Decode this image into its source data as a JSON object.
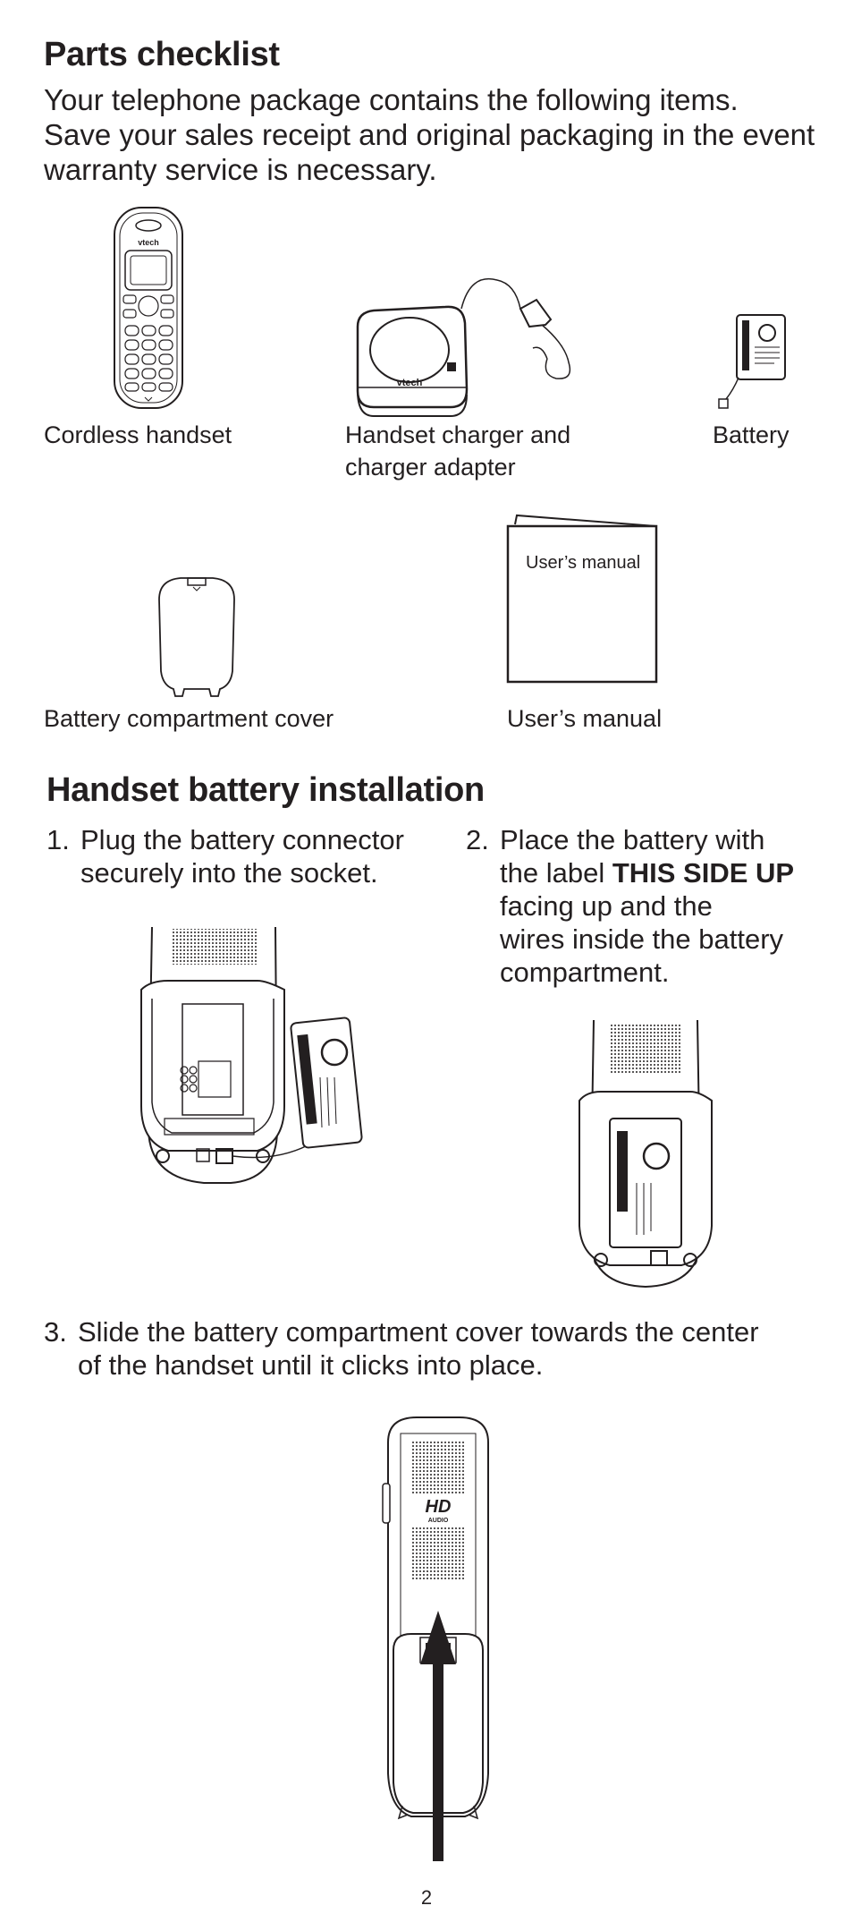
{
  "parts": {
    "title": "Parts checklist",
    "intro_line1": "Your telephone package contains the following items.",
    "intro_line2": "Save your sales receipt and original packaging in the event",
    "intro_line3": "warranty service is necessary.",
    "items": [
      {
        "caption": "Cordless handset",
        "icon": "cordless-handset"
      },
      {
        "caption_line1": "Handset charger and",
        "caption_line2": "charger adapter",
        "icon": "charger-with-adapter",
        "brand": "vtech"
      },
      {
        "caption": "Battery",
        "icon": "battery-pack"
      },
      {
        "caption": "Battery compartment cover",
        "icon": "battery-cover"
      },
      {
        "caption": "User’s manual",
        "icon": "manual-booklet",
        "cover_text": "User’s manual"
      }
    ],
    "handset_brand": "vtech"
  },
  "install": {
    "title": "Handset battery installation",
    "steps": [
      {
        "num": "1.",
        "line1": "Plug the battery connector",
        "line2": "securely into the socket."
      },
      {
        "num": "2.",
        "line1": "Place the battery with",
        "line2_pre": "the label ",
        "line2_bold": "THIS SIDE UP",
        "line3": "facing up and the",
        "line4": "wires inside the battery",
        "line5": "compartment."
      },
      {
        "num": "3.",
        "line1": "Slide the battery compartment cover towards the center",
        "line2": "of the handset until it clicks into place."
      }
    ],
    "battery_label": "THIS SIDE UP",
    "back_logo": "HD",
    "back_logo_sub": "AUDIO"
  },
  "page_number": "2"
}
